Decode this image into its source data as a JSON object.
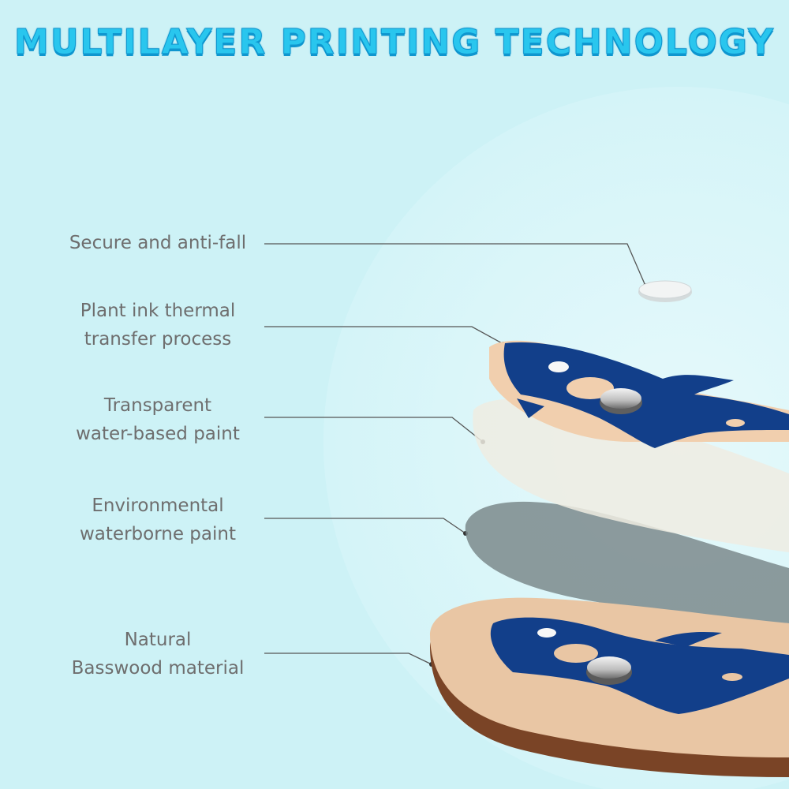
{
  "title": "MULTILAYER PRINTING TECHNOLOGY",
  "layers": [
    {
      "line1": "Secure and anti-fall",
      "line2": ""
    },
    {
      "line1": "Plant ink thermal",
      "line2": "transfer process"
    },
    {
      "line1": "Transparent",
      "line2": "water-based paint"
    },
    {
      "line1": "Environmental",
      "line2": "waterborne paint"
    },
    {
      "line1": "Natural",
      "line2": "Basswood material"
    }
  ],
  "colors": {
    "background": "#cdf2f6",
    "title": "#29c6ee",
    "label_text": "#6e6e6e",
    "whale_blue": "#123f8a",
    "wood": "#e9c6a4",
    "wood_edge": "#7a4426"
  }
}
